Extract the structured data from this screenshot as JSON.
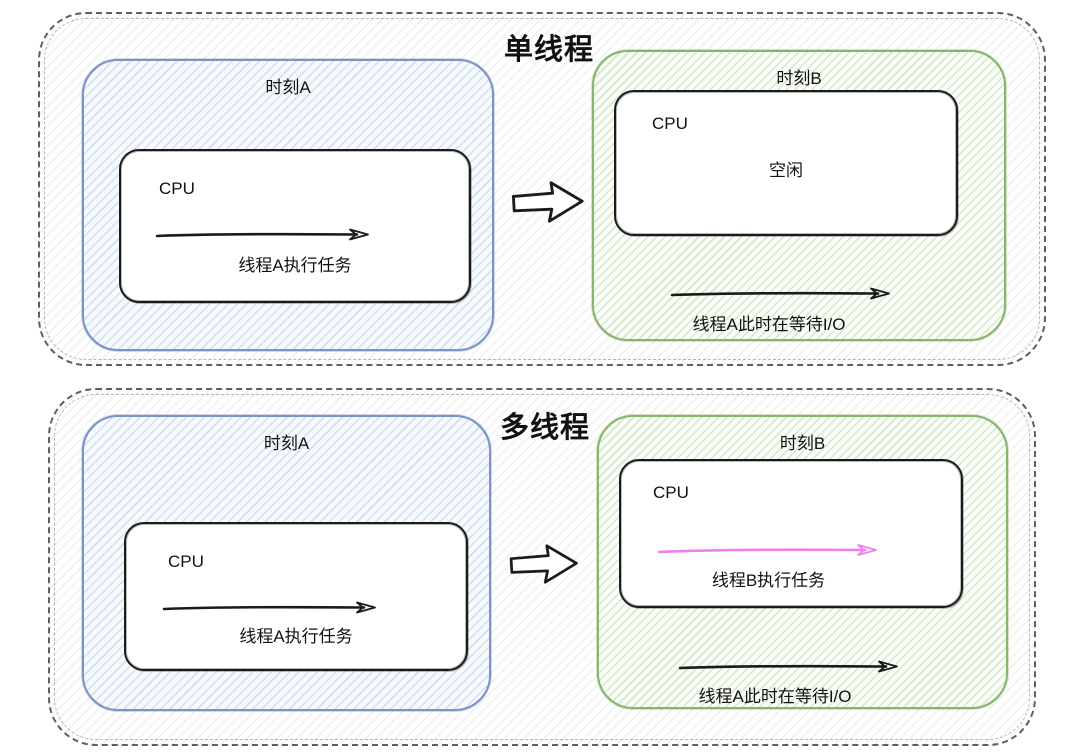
{
  "diagram": {
    "sections": [
      {
        "title": "单线程",
        "moment_a": {
          "label": "时刻A",
          "cpu_label": "CPU",
          "task_label": "线程A执行任务"
        },
        "moment_b": {
          "label": "时刻B",
          "cpu_label": "CPU",
          "idle_label": "空闲",
          "waiting_label": "线程A此时在等待I/O"
        }
      },
      {
        "title": "多线程",
        "moment_a": {
          "label": "时刻A",
          "cpu_label": "CPU",
          "task_label": "线程A执行任务"
        },
        "moment_b": {
          "label": "时刻B",
          "cpu_label": "CPU",
          "task_label": "线程B执行任务",
          "waiting_label": "线程A此时在等待I/O"
        }
      }
    ],
    "colors": {
      "outer-border": "#5f5f5f",
      "blue-border": "#7d93c6",
      "green-border": "#88b56e",
      "box-border": "#1b1b1b",
      "arrow-black": "#1b1b1b",
      "arrow-pink": "#ee7ff0",
      "text": "#111111"
    }
  }
}
